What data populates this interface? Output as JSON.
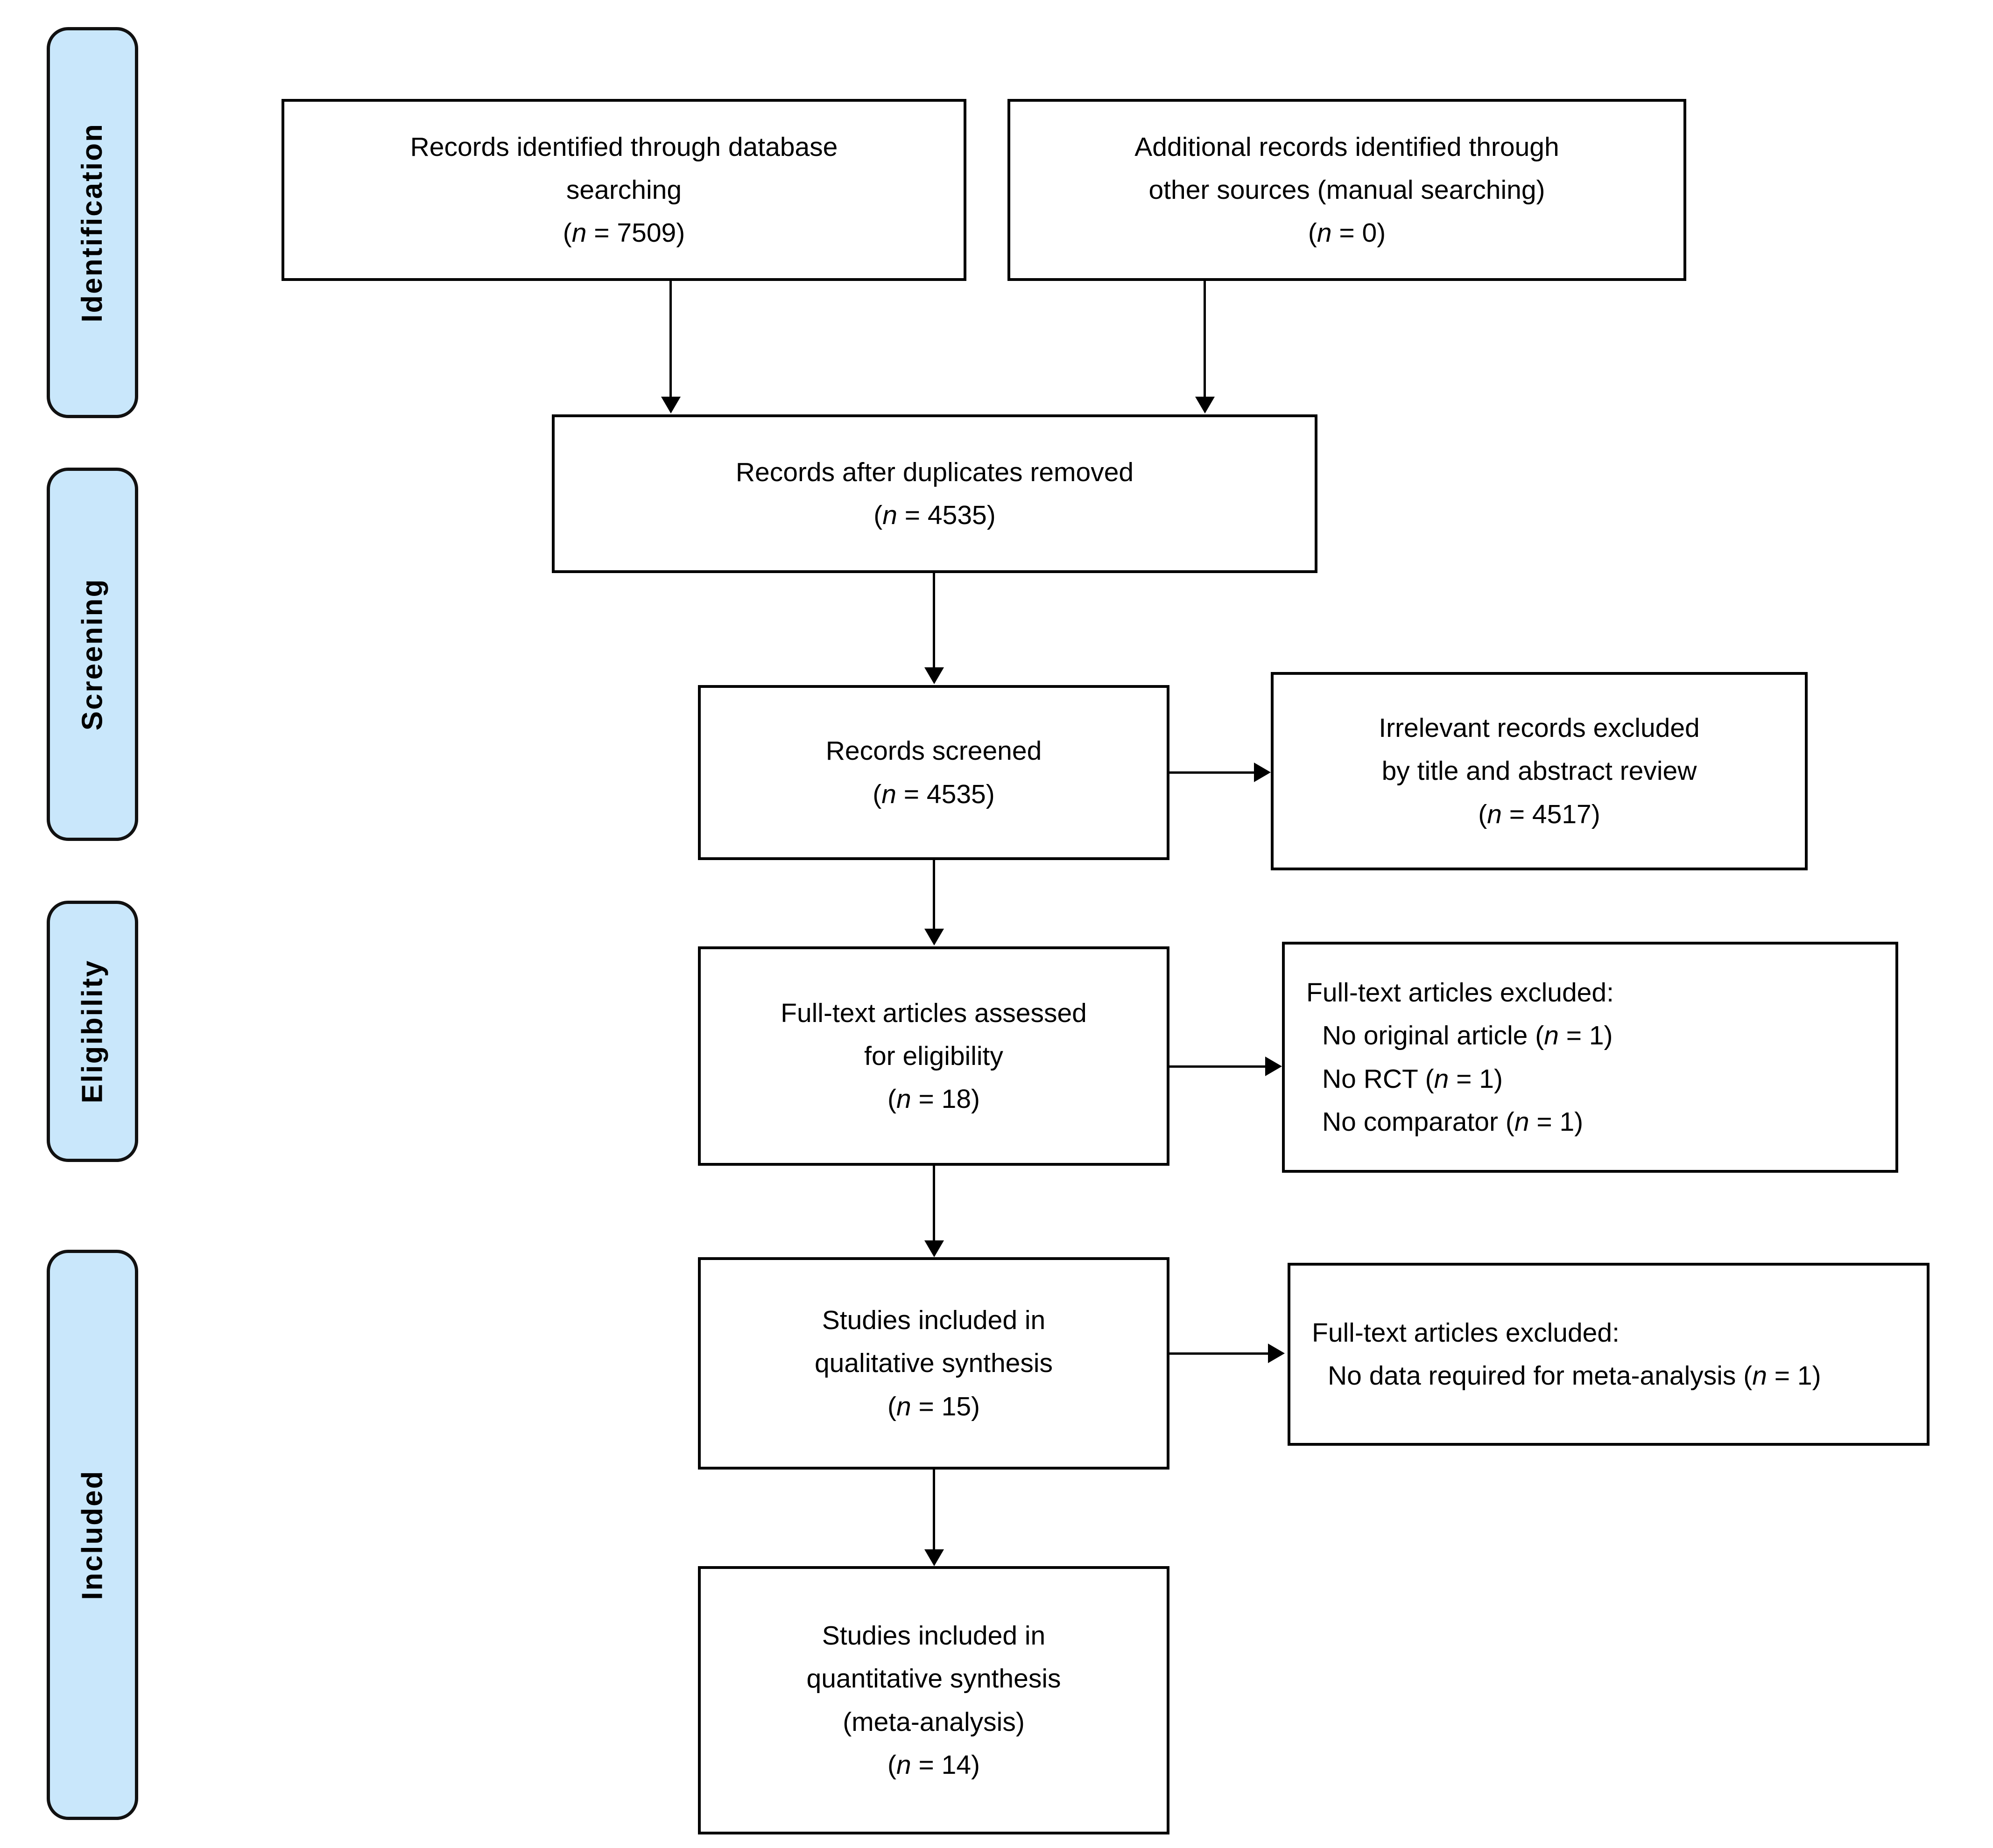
{
  "diagram": {
    "type": "PRISMA flow diagram",
    "accent_color": "#c9e7fb",
    "border_color": "#000000",
    "background_color": "#ffffff"
  },
  "stages": [
    {
      "id": "identification",
      "label": "Identification"
    },
    {
      "id": "screening",
      "label": "Screening"
    },
    {
      "id": "eligibility",
      "label": "Eligibility"
    },
    {
      "id": "included",
      "label": "Included"
    }
  ],
  "boxes": {
    "database_search": {
      "line1": "Records identified through database",
      "line2": "searching",
      "count_prefix": "(",
      "count_n": "n",
      "count_eq": " = 7509)"
    },
    "other_sources": {
      "line1": "Additional records identified through",
      "line2": "other sources (manual searching)",
      "count_prefix": "(",
      "count_n": "n",
      "count_eq": " = 0)"
    },
    "duplicates_removed": {
      "line1": "Records after duplicates removed",
      "count_prefix": "(",
      "count_n": "n",
      "count_eq": " = 4535)"
    },
    "records_screened": {
      "line1": "Records screened",
      "count_prefix": "(",
      "count_n": "n",
      "count_eq": " = 4535)"
    },
    "irrelevant_excluded": {
      "line1": "Irrelevant records excluded",
      "line2": "by title and abstract review",
      "count_prefix": "(",
      "count_n": "n",
      "count_eq": " = 4517)"
    },
    "fulltext_assessed": {
      "line1": "Full-text articles assessed",
      "line2": "for eligibility",
      "count_prefix": "(",
      "count_n": "n",
      "count_eq": " = 18)"
    },
    "fulltext_excluded_eligibility": {
      "heading": "Full-text articles excluded:",
      "reason1_text": "No original article (",
      "reason1_n": "n",
      "reason1_tail": " = 1)",
      "reason2_text": "No RCT (",
      "reason2_n": "n",
      "reason2_tail": " = 1)",
      "reason3_text": "No comparator (",
      "reason3_n": "n",
      "reason3_tail": " = 1)"
    },
    "qualitative_synthesis": {
      "line1": "Studies included in",
      "line2": "qualitative synthesis",
      "count_prefix": "(",
      "count_n": "n",
      "count_eq": " = 15)"
    },
    "fulltext_excluded_included": {
      "heading": "Full-text articles excluded:",
      "reason1_text": "No data required for meta-analysis (",
      "reason1_n": "n",
      "reason1_tail": " = 1)"
    },
    "quantitative_synthesis": {
      "line1": "Studies included in",
      "line2": "quantitative synthesis",
      "line3": "(meta-analysis)",
      "count_prefix": "(",
      "count_n": "n",
      "count_eq": " = 14)"
    }
  },
  "chart_data": {
    "type": "flowchart",
    "title": "PRISMA flow diagram",
    "nodes": [
      {
        "id": "database_search",
        "stage": "Identification",
        "label": "Records identified through database searching",
        "n": 7509
      },
      {
        "id": "other_sources",
        "stage": "Identification",
        "label": "Additional records identified through other sources (manual searching)",
        "n": 0
      },
      {
        "id": "duplicates_removed",
        "stage": "Screening",
        "label": "Records after duplicates removed",
        "n": 4535
      },
      {
        "id": "records_screened",
        "stage": "Screening",
        "label": "Records screened",
        "n": 4535
      },
      {
        "id": "irrelevant_excluded",
        "stage": "Screening",
        "label": "Irrelevant records excluded by title and abstract review",
        "n": 4517
      },
      {
        "id": "fulltext_assessed",
        "stage": "Eligibility",
        "label": "Full-text articles assessed for eligibility",
        "n": 18
      },
      {
        "id": "fulltext_excluded_eligibility",
        "stage": "Eligibility",
        "label": "Full-text articles excluded",
        "reasons": [
          {
            "reason": "No original article",
            "n": 1
          },
          {
            "reason": "No RCT",
            "n": 1
          },
          {
            "reason": "No comparator",
            "n": 1
          }
        ]
      },
      {
        "id": "qualitative_synthesis",
        "stage": "Included",
        "label": "Studies included in qualitative synthesis",
        "n": 15
      },
      {
        "id": "fulltext_excluded_included",
        "stage": "Included",
        "label": "Full-text articles excluded",
        "reasons": [
          {
            "reason": "No data required for meta-analysis",
            "n": 1
          }
        ]
      },
      {
        "id": "quantitative_synthesis",
        "stage": "Included",
        "label": "Studies included in quantitative synthesis (meta-analysis)",
        "n": 14
      }
    ],
    "edges": [
      {
        "from": "database_search",
        "to": "duplicates_removed"
      },
      {
        "from": "other_sources",
        "to": "duplicates_removed"
      },
      {
        "from": "duplicates_removed",
        "to": "records_screened"
      },
      {
        "from": "records_screened",
        "to": "irrelevant_excluded"
      },
      {
        "from": "records_screened",
        "to": "fulltext_assessed"
      },
      {
        "from": "fulltext_assessed",
        "to": "fulltext_excluded_eligibility"
      },
      {
        "from": "fulltext_assessed",
        "to": "qualitative_synthesis"
      },
      {
        "from": "qualitative_synthesis",
        "to": "fulltext_excluded_included"
      },
      {
        "from": "qualitative_synthesis",
        "to": "quantitative_synthesis"
      }
    ]
  }
}
